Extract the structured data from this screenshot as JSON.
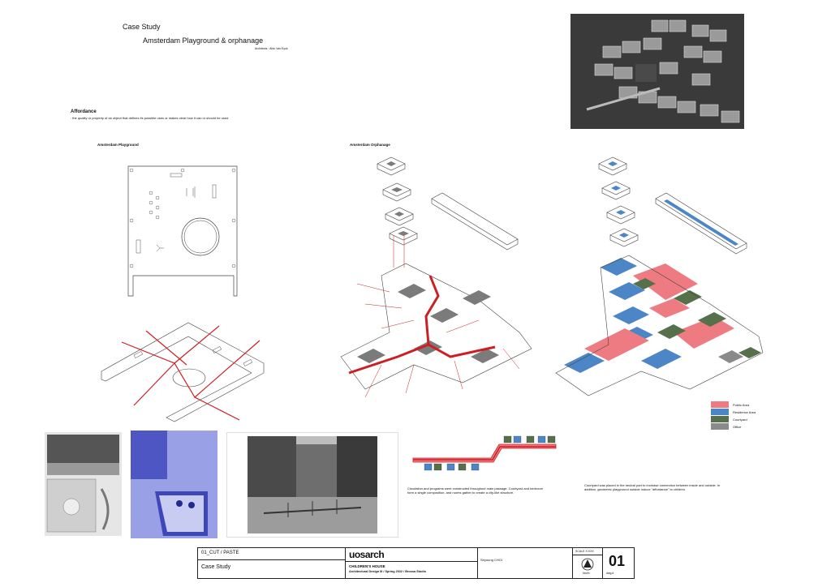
{
  "header": {
    "case_study": "Case Study",
    "project_title": "Amsterdam Playground & orphanage",
    "architects": "Architects : Aldo Van Eyck"
  },
  "affordance": {
    "term": "Affordance",
    "definition": ": the quality or property of an object that defines its possible uses or makes clear how it can or should be used"
  },
  "sections": {
    "playground_label": "Amsterdam Playground",
    "orphanage_label": "Amsterdam Orphanage"
  },
  "legend": [
    {
      "label": "Public Area",
      "color": "#ee7b82"
    },
    {
      "label": "Residence Area",
      "color": "#4c86c6"
    },
    {
      "label": "Courtyard",
      "color": "#55704a"
    },
    {
      "label": "Office",
      "color": "#8a8a8a"
    }
  ],
  "captions": {
    "circulation": "Circulation and programs were constructed throughout main passage. Courtyard and bedroom form a single composition, and rooms gather to create a city-like structure.",
    "courtyard": "Courtyard was placed in the neutral part to increase connection between inside and outside. In addition, geometric playground outside induce \"affordance\" to children."
  },
  "titleblock": {
    "sheet_name": "01_CUT / PASTE",
    "sheet_title": "Case Study",
    "logo": "uosarch",
    "course_title": "CHILDREN'S HOUSE",
    "course_sub": "Architectural Design III / Spring 2022 / Brossa Studio",
    "student": "Seyoung CHOI",
    "scale": "SCALE X:XXX",
    "north": "North",
    "sheet_no": "01",
    "dwg": "dwg.#"
  },
  "colors": {
    "red": "#cc1f24",
    "public": "#ee7b82",
    "residence": "#4c86c6",
    "courtyard": "#55704a",
    "office": "#8a8a8a"
  }
}
